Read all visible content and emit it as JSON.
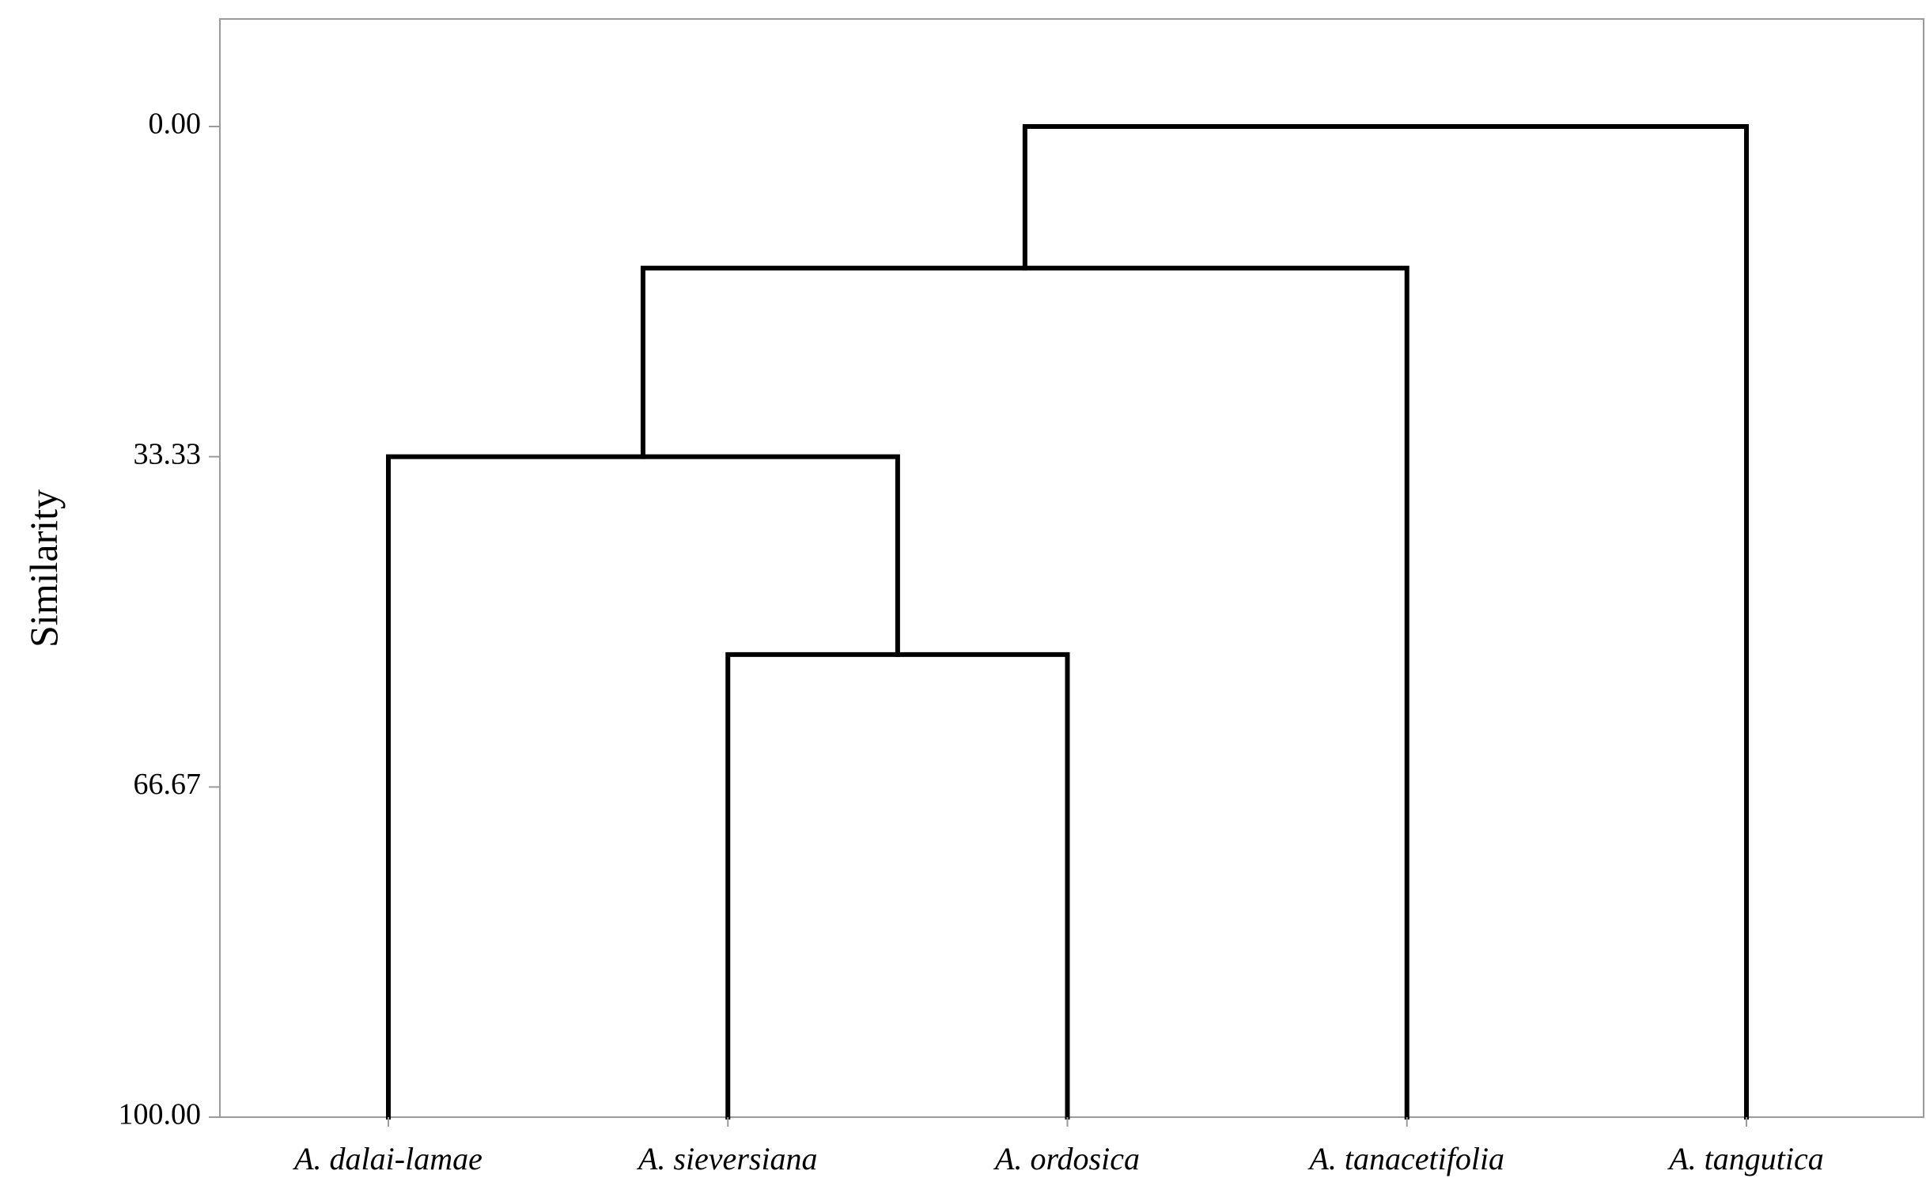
{
  "chart_data": {
    "type": "dendrogram",
    "ylabel": "Similarity",
    "yticks": [
      "0.00",
      "33.33",
      "66.67",
      "100.00"
    ],
    "ylim": [
      0,
      100
    ],
    "leaves": [
      "A. dalai-lamae",
      "A. sieversiana",
      "A. ordosica",
      "A. tanacetifolia",
      "A. tangutica"
    ],
    "merges": [
      {
        "left": "leaf:1",
        "right": "leaf:2",
        "similarity": 53.3
      },
      {
        "left": "leaf:0",
        "right": "node:0",
        "similarity": 33.33
      },
      {
        "left": "node:1",
        "right": "leaf:3",
        "similarity": 14.3
      },
      {
        "left": "node:2",
        "right": "leaf:4",
        "similarity": 0.0
      }
    ],
    "grid": false
  }
}
